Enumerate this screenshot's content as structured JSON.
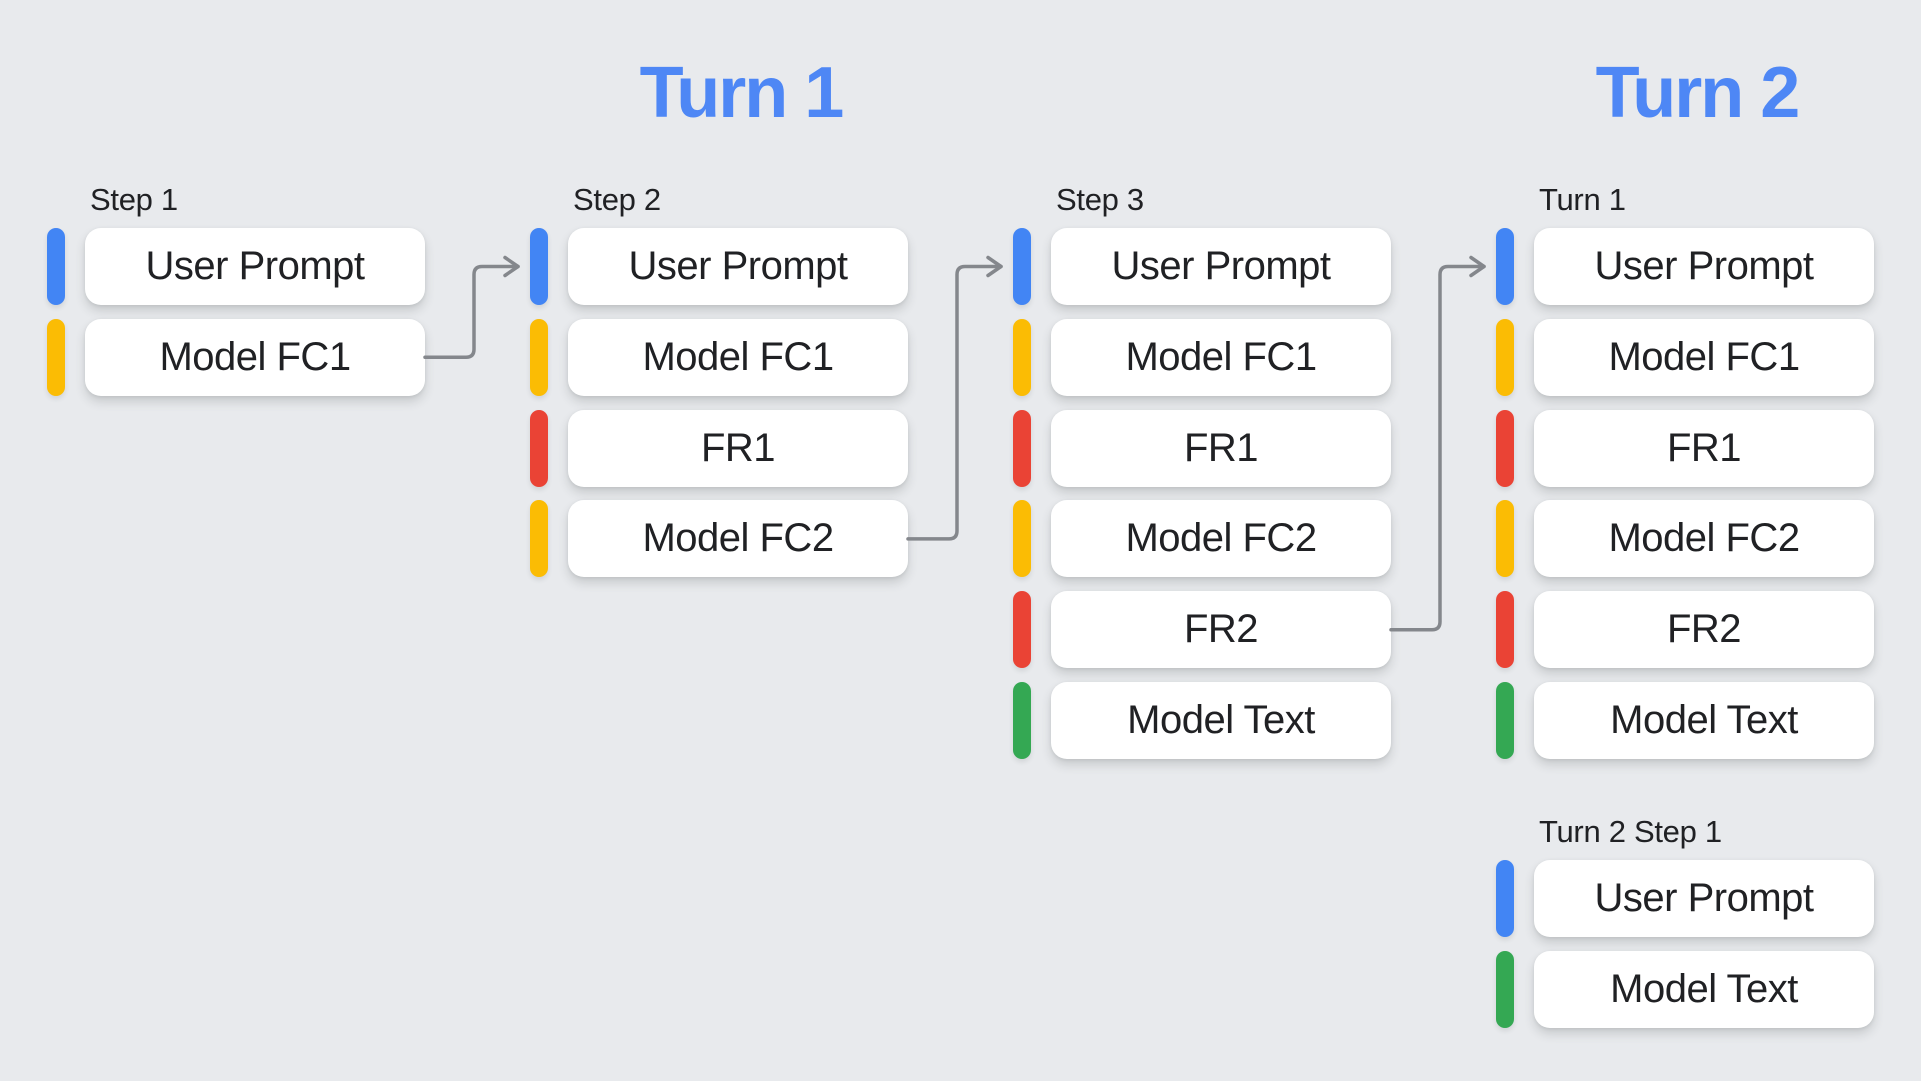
{
  "headers": [
    {
      "label": "Turn 1"
    },
    {
      "label": "Turn 2"
    }
  ],
  "columns": [
    {
      "label": "Step 1",
      "items": [
        {
          "kind": "user_prompt",
          "label": "User Prompt"
        },
        {
          "kind": "model_fc",
          "label": "Model FC1"
        }
      ]
    },
    {
      "label": "Step 2",
      "items": [
        {
          "kind": "user_prompt",
          "label": "User Prompt"
        },
        {
          "kind": "model_fc",
          "label": "Model FC1"
        },
        {
          "kind": "function_response",
          "label": "FR1"
        },
        {
          "kind": "model_fc",
          "label": "Model FC2"
        }
      ]
    },
    {
      "label": "Step 3",
      "items": [
        {
          "kind": "user_prompt",
          "label": "User Prompt"
        },
        {
          "kind": "model_fc",
          "label": "Model FC1"
        },
        {
          "kind": "function_response",
          "label": "FR1"
        },
        {
          "kind": "model_fc",
          "label": "Model FC2"
        },
        {
          "kind": "function_response",
          "label": "FR2"
        },
        {
          "kind": "model_text",
          "label": "Model Text"
        }
      ]
    },
    {
      "label": "Turn 1",
      "items": [
        {
          "kind": "user_prompt",
          "label": "User Prompt"
        },
        {
          "kind": "model_fc",
          "label": "Model FC1"
        },
        {
          "kind": "function_response",
          "label": "FR1"
        },
        {
          "kind": "model_fc",
          "label": "Model FC2"
        },
        {
          "kind": "function_response",
          "label": "FR2"
        },
        {
          "kind": "model_text",
          "label": "Model Text"
        }
      ]
    },
    {
      "label": "Turn 2 Step 1",
      "items": [
        {
          "kind": "user_prompt",
          "label": "User Prompt"
        },
        {
          "kind": "model_text",
          "label": "Model Text"
        }
      ]
    }
  ],
  "arrows": [
    {
      "from": {
        "column": "Step 1",
        "item": "Model FC1"
      },
      "to": {
        "column": "Step 2",
        "item": "User Prompt"
      }
    },
    {
      "from": {
        "column": "Step 2",
        "item": "Model FC2"
      },
      "to": {
        "column": "Step 3",
        "item": "User Prompt"
      }
    },
    {
      "from": {
        "column": "Step 3",
        "item": "FR2"
      },
      "to": {
        "column": "Turn 1",
        "item": "User Prompt"
      }
    }
  ],
  "palette": {
    "user_prompt": "#4285f4",
    "model_fc": "#fbbc04",
    "function_response": "#ea4335",
    "model_text": "#34a853",
    "header_text": "#4e87f5",
    "arrow": "#84878c",
    "background": "#e8eaed",
    "card_background": "#ffffff",
    "text": "#202124"
  }
}
